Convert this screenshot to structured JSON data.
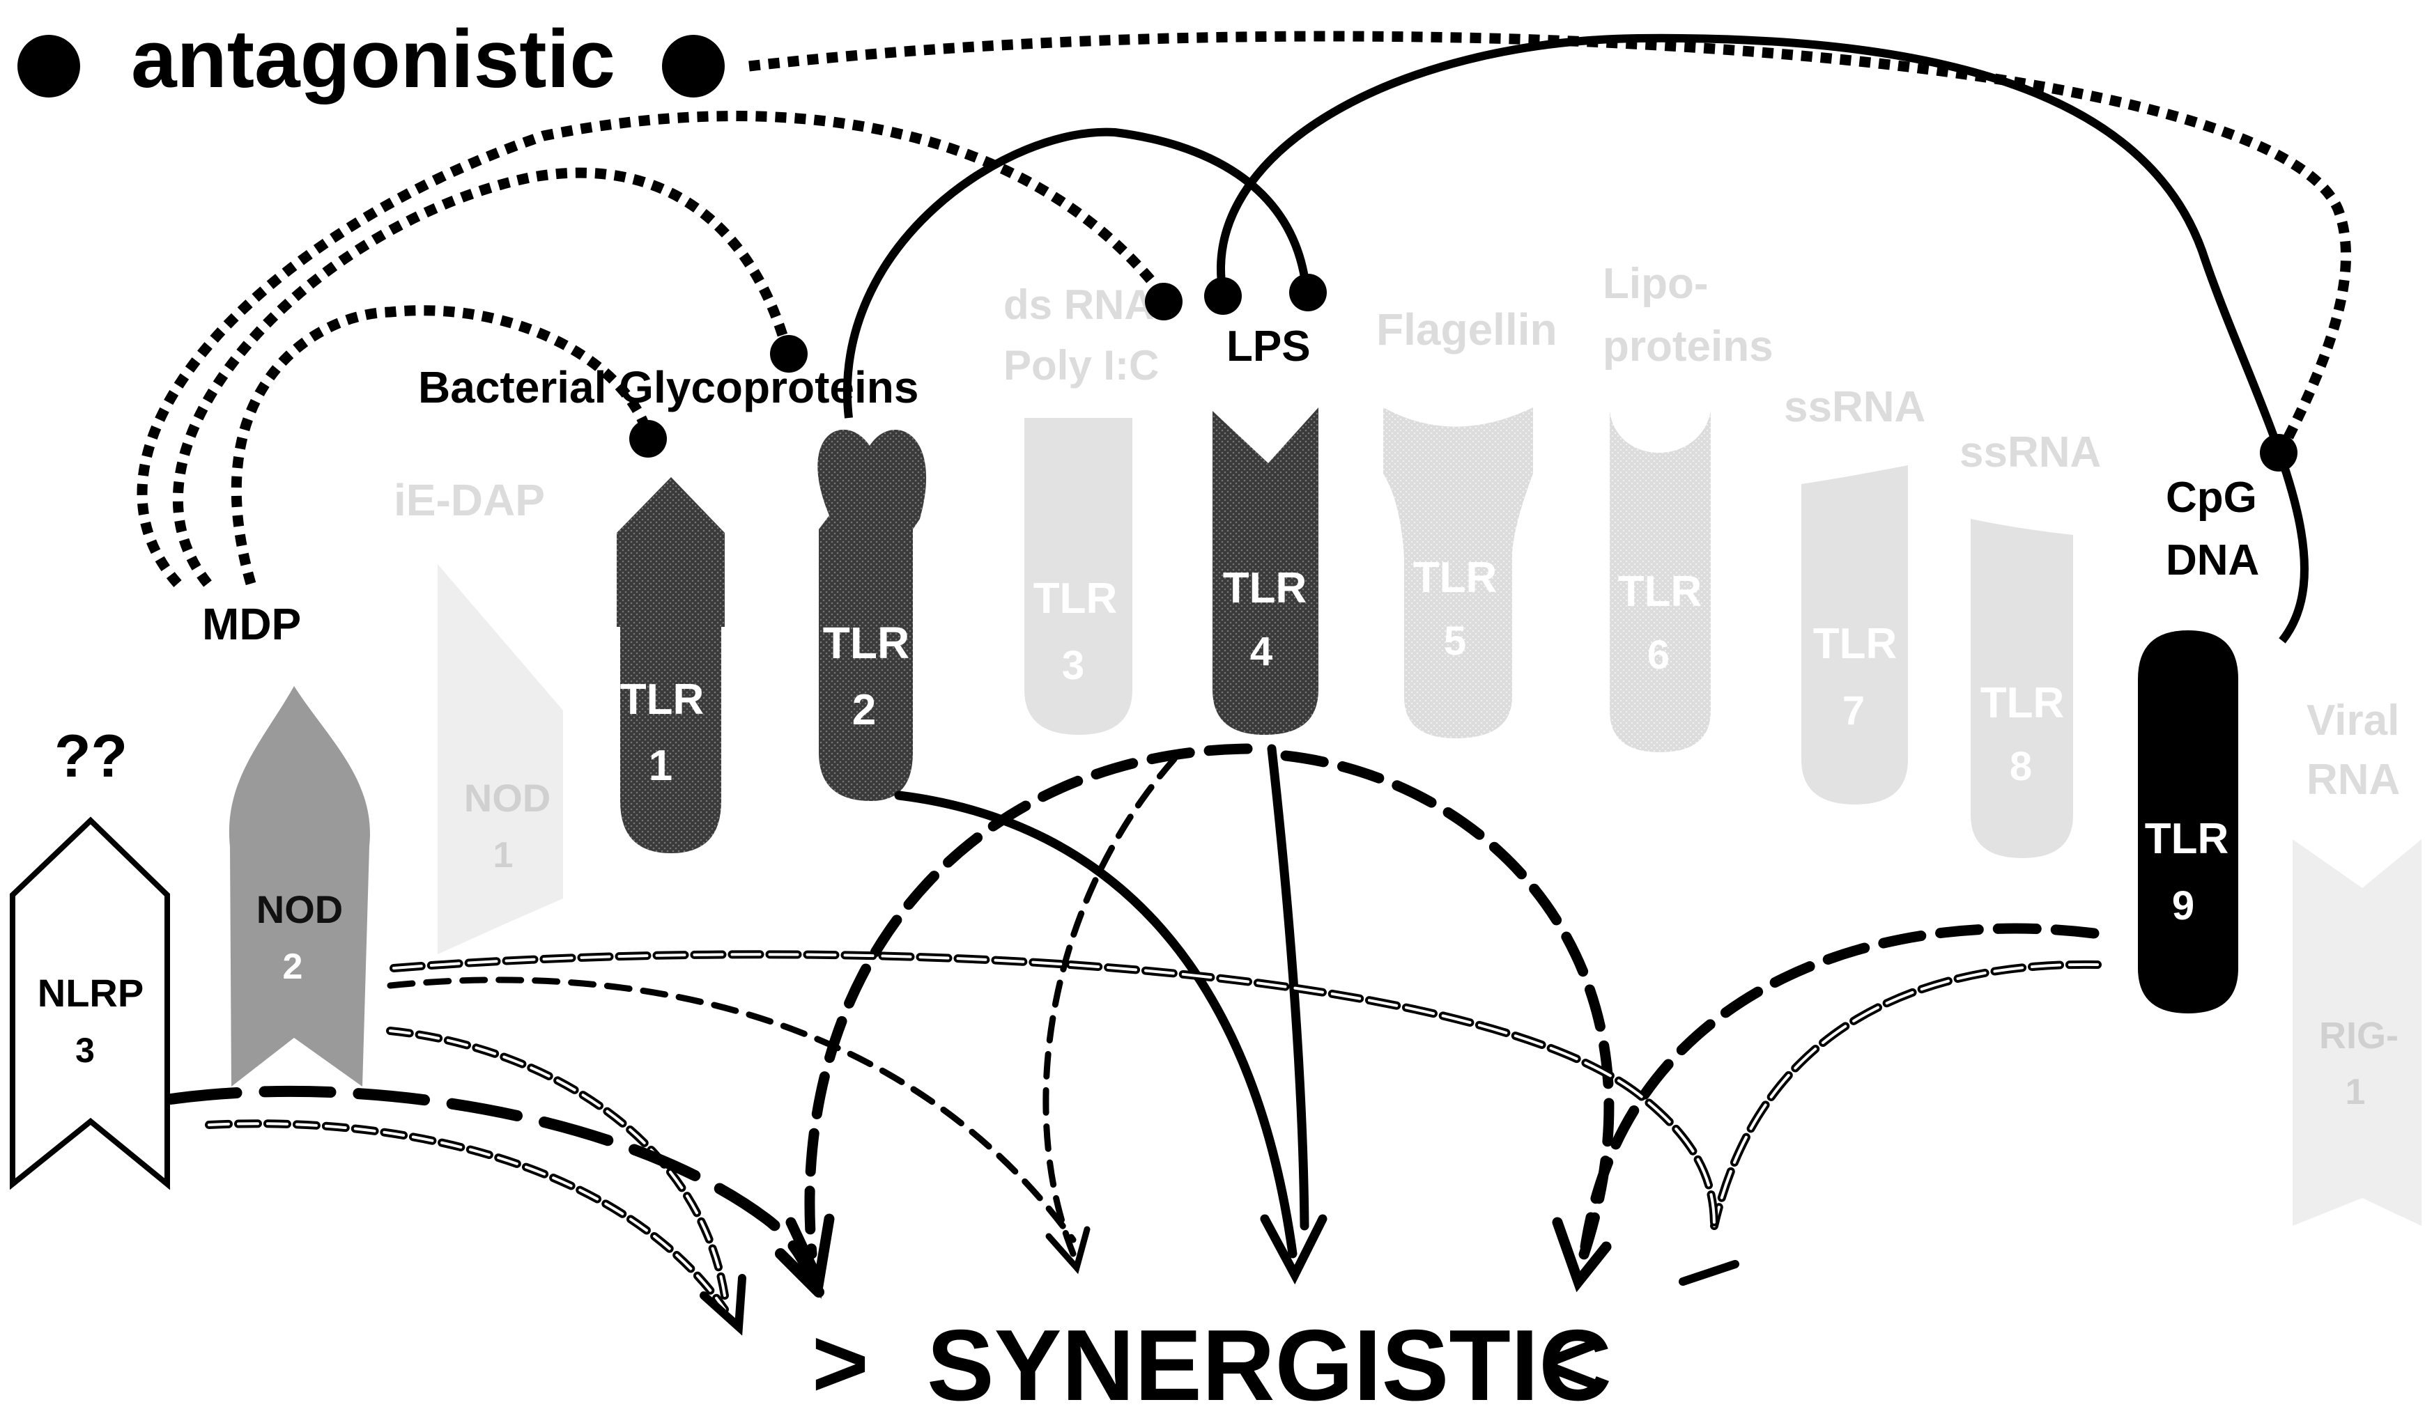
{
  "header": {
    "antagonistic": "antagonistic"
  },
  "footer": {
    "synergistic": "SYNERGISTIC",
    "left_marker": ">",
    "right_marker": "<"
  },
  "ligands": {
    "mdp": "MDP",
    "ie_dap": "iE-DAP",
    "bacterial": "Bacterial Glycoproteins",
    "dsrna_1": "ds RNA",
    "dsrna_2": "Poly I:C",
    "lps": "LPS",
    "flagellin": "Flagellin",
    "lipo_1": "Lipo-",
    "lipo_2": "proteins",
    "ssrna7": "ssRNA",
    "ssrna8": "ssRNA",
    "cpg_1": "CpG",
    "cpg_2": "DNA",
    "unknown": "??",
    "viral_1": "Viral",
    "viral_2": "RNA"
  },
  "receptors": {
    "nlrp3": [
      "NLRP",
      "3"
    ],
    "nod2": [
      "NOD",
      "2"
    ],
    "nod1": [
      "NOD",
      "1"
    ],
    "tlr1": [
      "TLR",
      "1"
    ],
    "tlr2": [
      "TLR",
      "2"
    ],
    "tlr3": [
      "TLR",
      "3"
    ],
    "tlr4": [
      "TLR",
      "4"
    ],
    "tlr5": [
      "TLR",
      "5"
    ],
    "tlr6": [
      "TLR",
      "6"
    ],
    "tlr7": [
      "TLR",
      "7"
    ],
    "tlr8": [
      "TLR",
      "8"
    ],
    "tlr9": [
      "TLR",
      "9"
    ],
    "rig1": [
      "RIG-",
      "1"
    ]
  },
  "colors": {
    "ink": "#000000",
    "active_dark": "#333333",
    "nod2_gray": "#9a9a9a",
    "faded": "#d8d8d8",
    "faded_text": "#c8c8c8",
    "very_faded": "#eeeeee"
  }
}
